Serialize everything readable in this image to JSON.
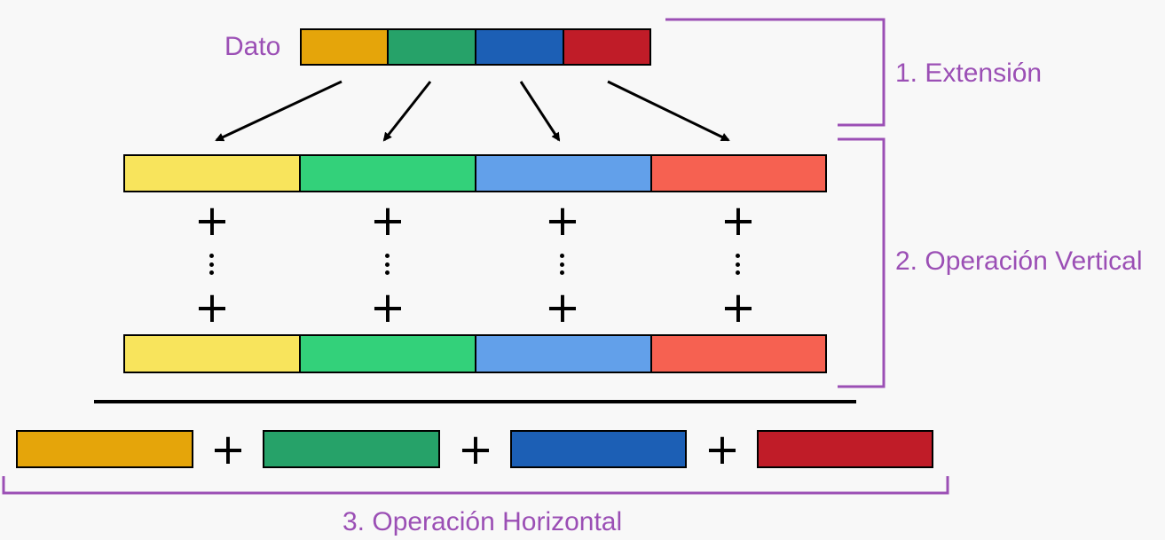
{
  "labels": {
    "dato": "Dato",
    "step1": "1. Extensión",
    "step2": "2. Operación Vertical",
    "step3": "3. Operación Horizontal"
  },
  "operators": {
    "plus": "+"
  },
  "colors": {
    "accent": "#9b4fb5",
    "dark_segments": [
      "#e5a50a",
      "#26a269",
      "#1c5fb5",
      "#c01c28"
    ],
    "light_segments": [
      "#f8e45c",
      "#33d17a",
      "#62a0ea",
      "#f66151"
    ],
    "outline": "#000000"
  },
  "diagram": {
    "data_segments": 4,
    "vector_rows": 2,
    "horizontal_terms": 4
  }
}
